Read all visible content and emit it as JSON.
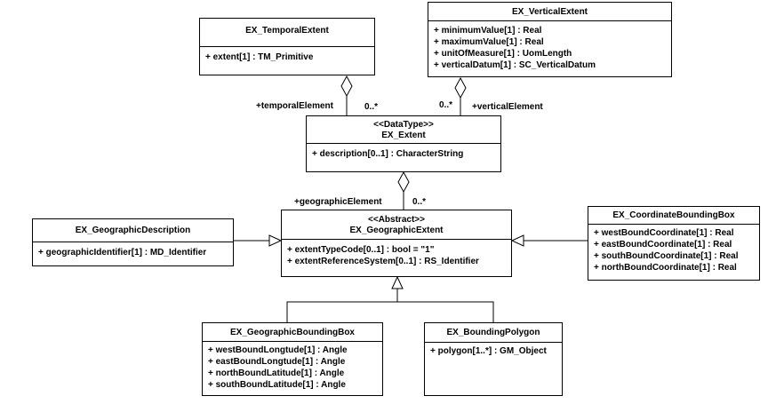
{
  "classes": {
    "temporal_extent": {
      "name": "EX_TemporalExtent",
      "attributes": [
        "+ extent[1] : TM_Primitive"
      ]
    },
    "vertical_extent": {
      "name": "EX_VerticalExtent",
      "attributes": [
        "+ minimumValue[1] : Real",
        "+ maximumValue[1] : Real",
        "+ unitOfMeasure[1] : UomLength",
        "+ verticalDatum[1] : SC_VerticalDatum"
      ]
    },
    "extent": {
      "stereotype": "<<DataType>>",
      "name": "EX_Extent",
      "attributes": [
        "+ description[0..1] : CharacterString"
      ]
    },
    "geographic_extent": {
      "stereotype": "<<Abstract>>",
      "name": "EX_GeographicExtent",
      "attributes": [
        "+ extentTypeCode[0..1] : bool = \"1\"",
        "+ extentReferenceSystem[0..1] : RS_Identifier"
      ]
    },
    "geographic_description": {
      "name": "EX_GeographicDescription",
      "attributes": [
        "+ geographicIdentifier[1] : MD_Identifier"
      ]
    },
    "coordinate_bounding_box": {
      "name": "EX_CoordinateBoundingBox",
      "attributes": [
        "+ westBoundCoordinate[1] : Real",
        "+ eastBoundCoordinate[1] : Real",
        "+ southBoundCoordinate[1] : Real",
        "+ northBoundCoordinate[1] : Real"
      ]
    },
    "geographic_bounding_box": {
      "name": "EX_GeographicBoundingBox",
      "attributes": [
        "+ westBoundLongtude[1] : Angle",
        "+ eastBoundLongtude[1] : Angle",
        "+ northBoundLatitude[1] : Angle",
        "+ southBoundLatitude[1] : Angle"
      ]
    },
    "bounding_polygon": {
      "name": "EX_BoundingPolygon",
      "attributes": [
        "+ polygon[1..*] : GM_Object"
      ]
    }
  },
  "associations": {
    "temporal": {
      "role": "+temporalElement",
      "multiplicity": "0..*"
    },
    "vertical": {
      "role": "+verticalElement",
      "multiplicity": "0..*"
    },
    "geographic": {
      "role": "+geographicElement",
      "multiplicity": "0..*"
    }
  }
}
